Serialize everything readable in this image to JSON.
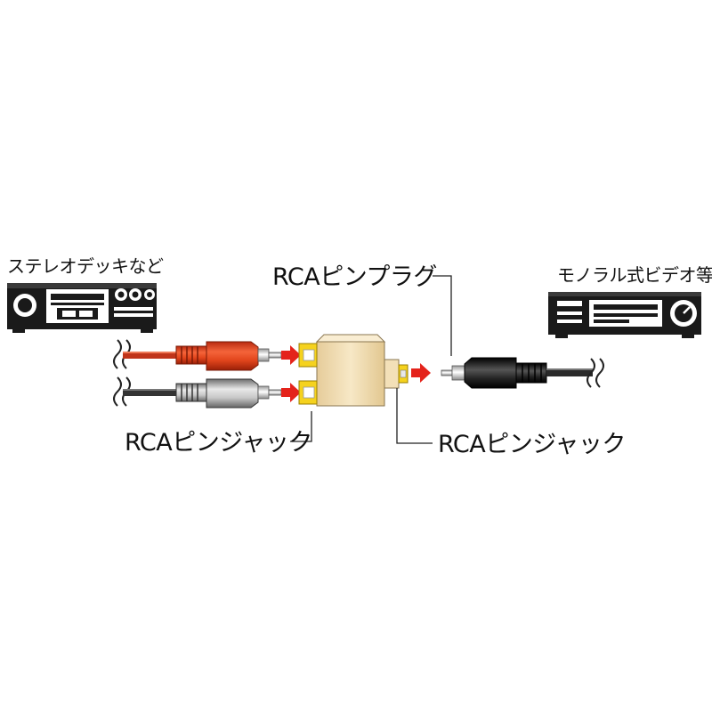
{
  "labels": {
    "source_device": "ステレオデッキなど",
    "target_device": "モノラル式ビデオ等",
    "plug_callout": "RCAピンプラグ",
    "jack_callout_left": "RCAピンジャック",
    "jack_callout_right": "RCAピンジャック"
  },
  "colors": {
    "red_plug": "#e2451c",
    "white_plug": "#9c9c9c",
    "adapter_body": "#f1deb6",
    "jack_socket": "#f5d21e",
    "arrow": "#e4231b",
    "black_plug": "#1a1a1a",
    "outline": "#111111"
  },
  "icons": {
    "arrow_1": "right-arrow-icon",
    "arrow_2": "right-arrow-icon",
    "arrow_3": "right-arrow-icon"
  }
}
